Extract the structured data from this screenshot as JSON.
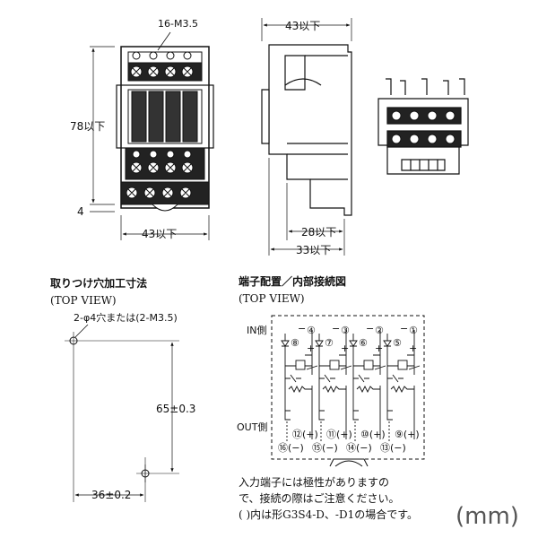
{
  "top_view": {
    "label_terminals": "16-M3.5",
    "dim_height": "78以下",
    "dim_offset": "4",
    "dim_width_front": "43以下",
    "dim_width_side": "43以下",
    "dim_depth_1": "28以下",
    "dim_depth_2": "33以下"
  },
  "mounting": {
    "title": "取りつけ穴加工寸法",
    "subtitle": "(TOP VIEW)",
    "hole_label": "2-φ4穴または(2-M3.5)",
    "dim_vertical": "65±0.3",
    "dim_horizontal": "36±0.2"
  },
  "wiring": {
    "title": "端子配置／内部接続図",
    "subtitle": "(TOP VIEW)",
    "in_label": "IN側",
    "out_label": "OUT側",
    "top_pins": [
      "④",
      "③",
      "②",
      "①"
    ],
    "minus_sign": "−",
    "plus_sign": "+",
    "in_terminals": [
      "⑧",
      "⑦",
      "⑥",
      "⑤"
    ],
    "out_terminals_plus": [
      "⑫(+)",
      "⑪(+)",
      "⑩(+)",
      "⑨(+)"
    ],
    "out_terminals_minus": [
      "⑯(−)",
      "⑮(−)",
      "⑭(−)",
      "⑬(−)"
    ]
  },
  "notes": {
    "line1": "入力端子には極性がありますの",
    "line2": "で、接続の際はご注意ください。",
    "line3": "( )内は形G3S4-D、-D1の場合です。"
  },
  "unit": "(mm)"
}
